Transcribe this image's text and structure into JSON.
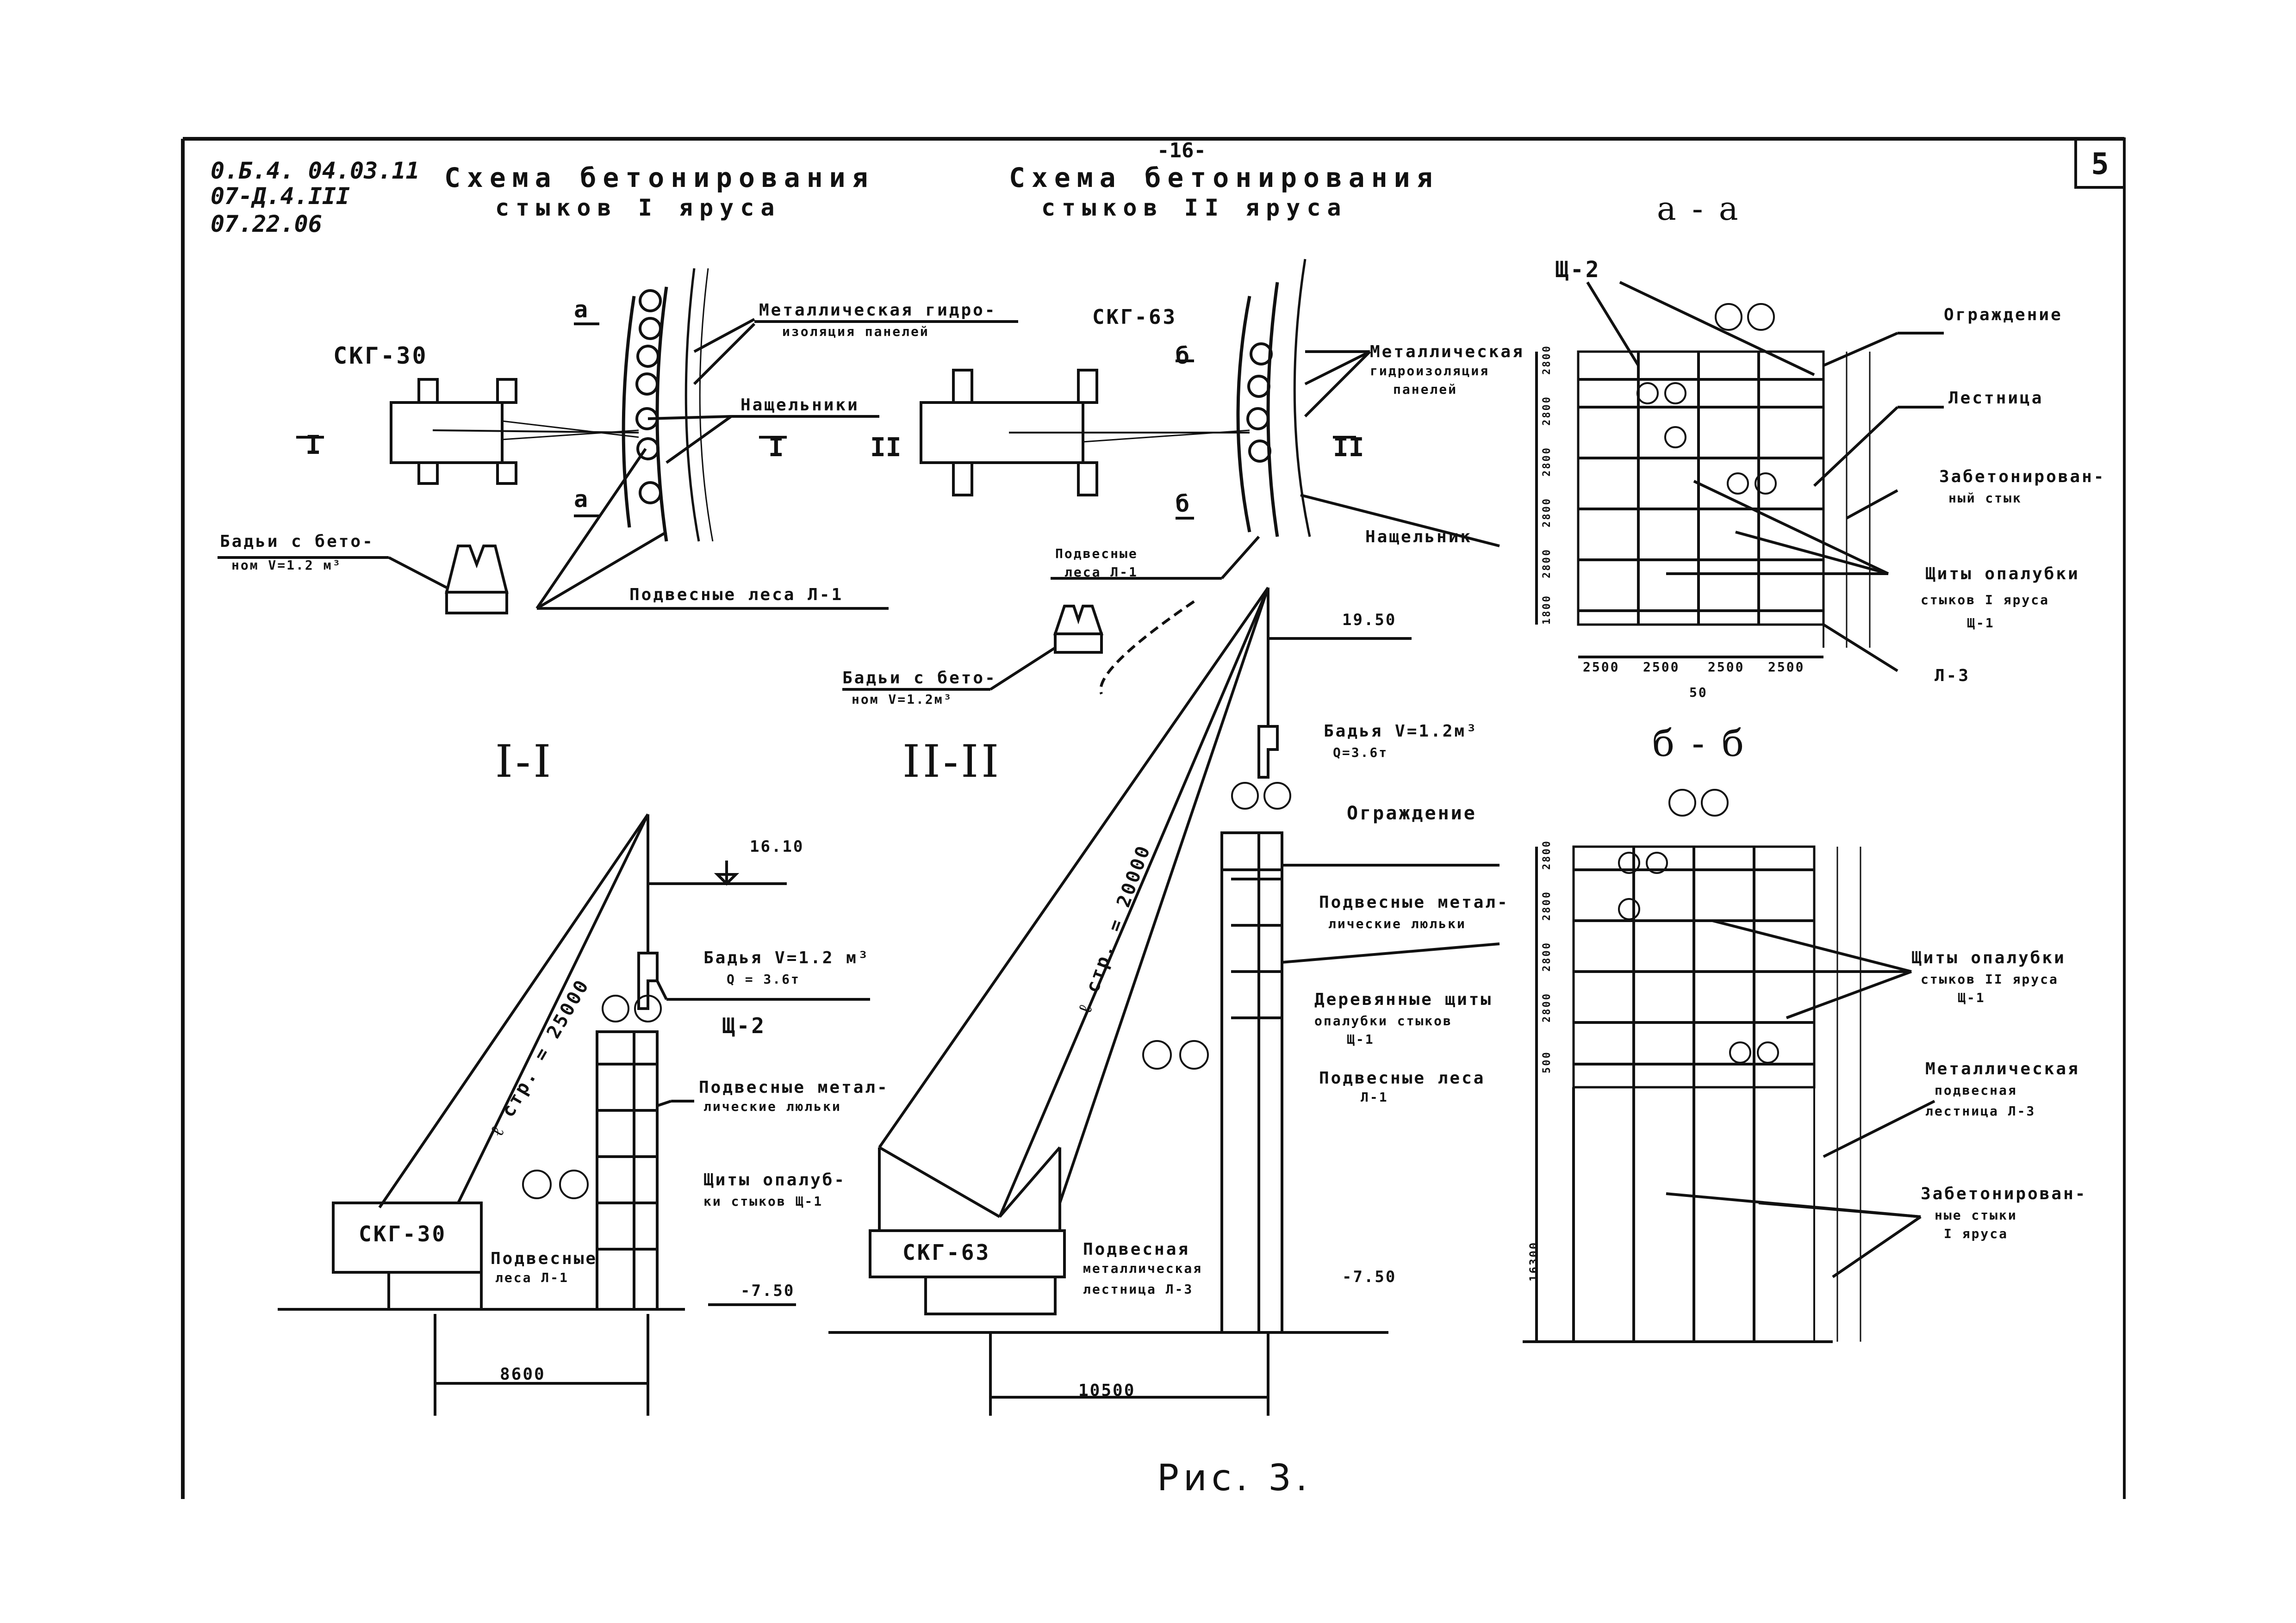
{
  "header": {
    "code_line1": "0.Б.4. 04.03.11",
    "code_line2": "07-Д.4.III",
    "code_line3": "07.22.06",
    "page_marker": "-16-",
    "sheet_number": "5"
  },
  "scheme_left": {
    "title_line1": "Схема бетонирования",
    "title_line2": "стыков I яруса",
    "crane": "СКГ-30",
    "label_hydro": "Металлическая гидро-",
    "label_hydro2": "изоляция панелей",
    "label_battens": "Нащельники",
    "label_buckets": "Бадьи с бето-",
    "label_buckets2": "ном V=1.2 м³",
    "label_scaffold": "Подвесные леса Л-1",
    "cut_a": "а",
    "cut_I": "I"
  },
  "scheme_right": {
    "title_line1": "Схема бетонирования",
    "title_line2": "стыков II яруса",
    "crane": "СКГ-63",
    "label_hydro": "Металлическая",
    "label_hydro2": "гидроизоляция",
    "label_hydro3": "панелей",
    "label_batten": "Нащельник",
    "label_scaffold": "Подвесные",
    "label_scaffold2": "леса Л-1",
    "cut_b": "б",
    "cut_II": "II"
  },
  "section_aa": {
    "title": "а - а",
    "shield": "Щ-2",
    "label_fence": "Ограждение",
    "label_ladder": "Лестница",
    "label_joint": "Забетонирован-",
    "label_joint2": "ный стык",
    "label_shields": "Щиты опалубки",
    "label_shields2": "стыков I яруса",
    "label_shields3": "Щ-1",
    "label_L3": "Л-3",
    "dims": [
      "2500",
      "2500",
      "2500",
      "2500"
    ],
    "dim_50": "50",
    "heights": [
      "2800",
      "2800",
      "2800",
      "2800",
      "2800",
      "1800"
    ]
  },
  "section_bb": {
    "title": "б - б",
    "label_shields": "Щиты опалубки",
    "label_shields2": "стыков II яруса",
    "label_shields3": "Щ-1",
    "label_ladder": "Металлическая",
    "label_ladder2": "подвесная",
    "label_ladder3": "лестница Л-3",
    "label_joints": "Забетонирован-",
    "label_joints2": "ные стыки",
    "label_joints3": "I яруса",
    "height_total": "16300",
    "heights": [
      "2800",
      "2800",
      "2800",
      "2800",
      "500"
    ]
  },
  "section_I": {
    "title": "I-I",
    "crane": "СКГ-30",
    "boom": "ℓ стр. = 25000",
    "elev_top": "16.10",
    "elev_bottom": "-7.50",
    "bucket": "Бадья V=1.2 м³",
    "bucket2": "Q = 3.6т",
    "shield": "Щ-2",
    "cradles": "Подвесные метал-",
    "cradles2": "лические люльки",
    "shields": "Щиты опалуб-",
    "shields2": "ки стыков Щ-1",
    "scaffold": "Подвесные",
    "scaffold2": "леса Л-1",
    "span": "8600"
  },
  "section_II": {
    "title": "II-II",
    "crane": "СКГ-63",
    "boom": "ℓ стр. = 20000",
    "elev_top": "19.50",
    "elev_bottom": "-7.50",
    "bucket": "Бадья V=1.2м³",
    "bucket2": "Q=3.6т",
    "buckets": "Бадьи с бето-",
    "buckets2": "ном V=1.2м³",
    "fence": "Ограждение",
    "cradles": "Подвесные метал-",
    "cradles2": "лические люльки",
    "shields": "Деревянные щиты",
    "shields2": "опалубки стыков",
    "shields3": "Щ-1",
    "scaffold": "Подвесные леса",
    "scaffold2": "Л-1",
    "ladder": "Подвесная",
    "ladder2": "металлическая",
    "ladder3": "лестница Л-3",
    "span": "10500"
  },
  "caption": "Рис. 3."
}
